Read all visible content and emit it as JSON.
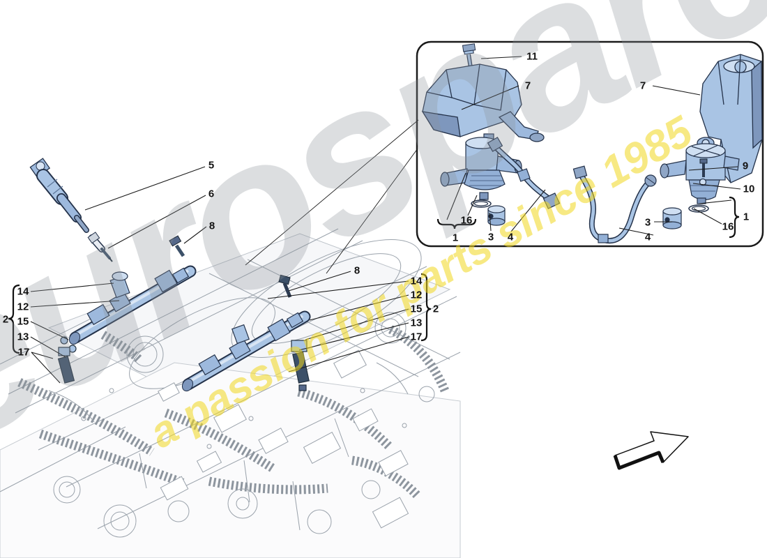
{
  "watermark": {
    "brand": "eurospares",
    "tagline": "a passion for parts since 1985",
    "brand_color": "#d9dadc",
    "tagline_color": "#f0d71e"
  },
  "main": {
    "coil_label": "5",
    "spark_plug_label": "6",
    "bolt_left_label": "8",
    "bolt_mid_label": "8",
    "left_rail_group": {
      "group_label": "2",
      "items": [
        "14",
        "12",
        "15",
        "13",
        "17"
      ]
    },
    "right_rail_group": {
      "group_label": "2",
      "items": [
        "14",
        "12",
        "15",
        "13",
        "17"
      ]
    }
  },
  "inset": {
    "bolt_label": "11",
    "cover_left_label": "7",
    "cover_right_label": "7",
    "screw_label": "9",
    "washer_label": "10",
    "left_assembly": {
      "group_label": "1",
      "oring_label": "16",
      "bushing_label": "3",
      "pipe_label": "4"
    },
    "right_assembly": {
      "group_label": "1",
      "oring_label": "16",
      "bushing_label": "3",
      "pipe_label": "4"
    }
  },
  "icons": {
    "arrow": "direction-arrow-up-right"
  },
  "colors": {
    "part_fill": "#a9c4e4",
    "part_light": "#cfdff2",
    "part_shadow": "#7e97bd",
    "part_outline": "#24324a",
    "engine_line": "#9aa2ab",
    "leader_line": "#1a1a1a",
    "label_color": "#141414"
  }
}
